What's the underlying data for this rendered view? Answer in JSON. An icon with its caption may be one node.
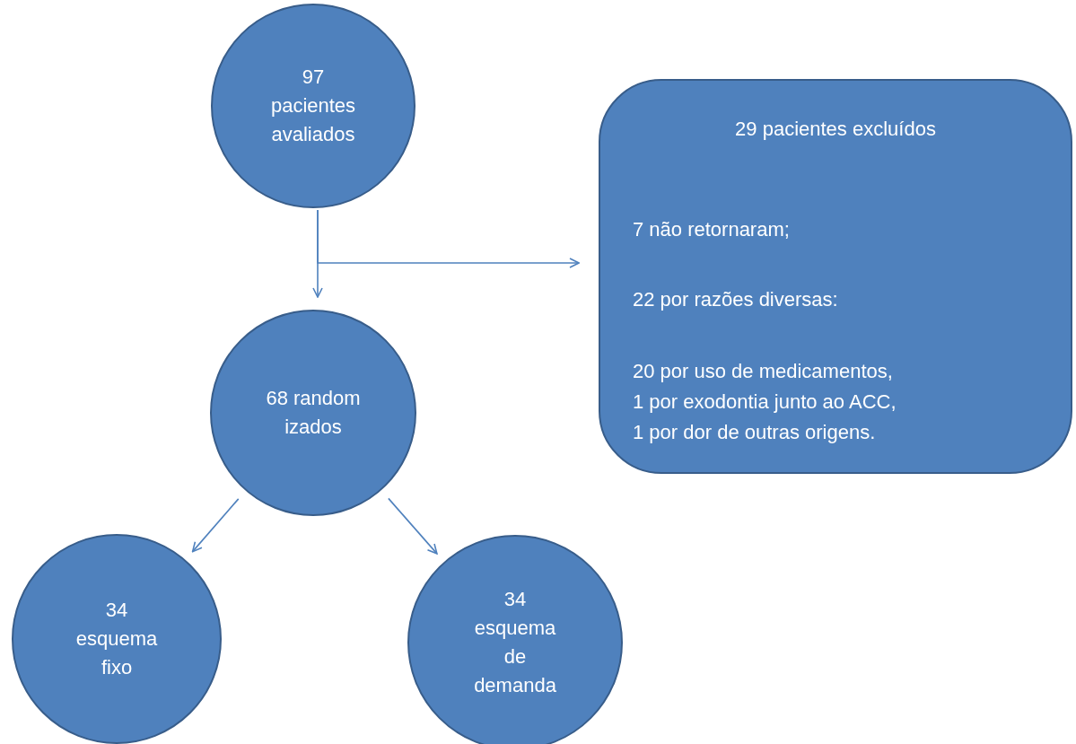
{
  "diagram": {
    "nodes": [
      {
        "text": [
          "97 pacientes avaliados"
        ]
      },
      {
        "text": [
          "29 pacientes excluídos",
          "7 não retornaram;",
          "22 por razões diversas:",
          "20 por uso de medicamentos,",
          "1 por exodontia junto ao ACC,",
          "1 por dor de outras origens."
        ]
      },
      {
        "text": [
          "68 randomizados"
        ]
      },
      {
        "text": [
          "34 esquema fixo"
        ]
      },
      {
        "text": [
          "34 esquema de demanda"
        ]
      }
    ],
    "edges": [
      {
        "from": 0,
        "to": 2,
        "arrow": "to"
      },
      {
        "from": 0,
        "to": 1,
        "arrow": "to"
      },
      {
        "from": 2,
        "to": 3,
        "arrow": "to"
      },
      {
        "from": 2,
        "to": 4,
        "arrow": "to"
      }
    ]
  }
}
